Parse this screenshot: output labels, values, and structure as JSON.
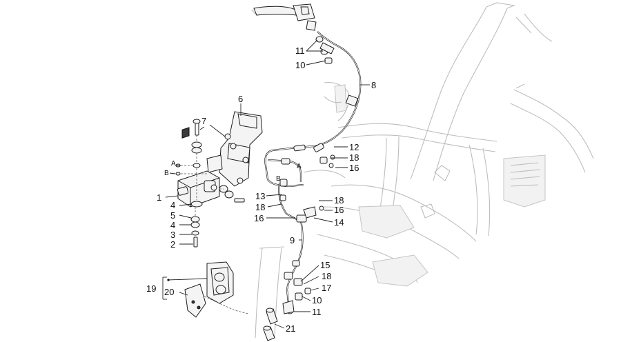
{
  "callouts": {
    "c1": "1",
    "c2": "2",
    "c3": "3",
    "c4a": "4",
    "c4b": "4",
    "c5": "5",
    "c6": "6",
    "c7": "7",
    "c8": "8",
    "c9": "9",
    "c10a": "10",
    "c10b": "10",
    "c11a": "11",
    "c11b": "11",
    "c12": "12",
    "c13": "13",
    "c14": "14",
    "c15": "15",
    "c16a": "16",
    "c16b": "16",
    "c16c": "16",
    "c17": "17",
    "c18a": "18",
    "c18b": "18",
    "c18c": "18",
    "c18d": "18",
    "c19": "19",
    "c20": "20",
    "c21": "21"
  },
  "letters": {
    "a_left": "A",
    "b_left": "B",
    "a_right": "A",
    "b_right": "B"
  }
}
